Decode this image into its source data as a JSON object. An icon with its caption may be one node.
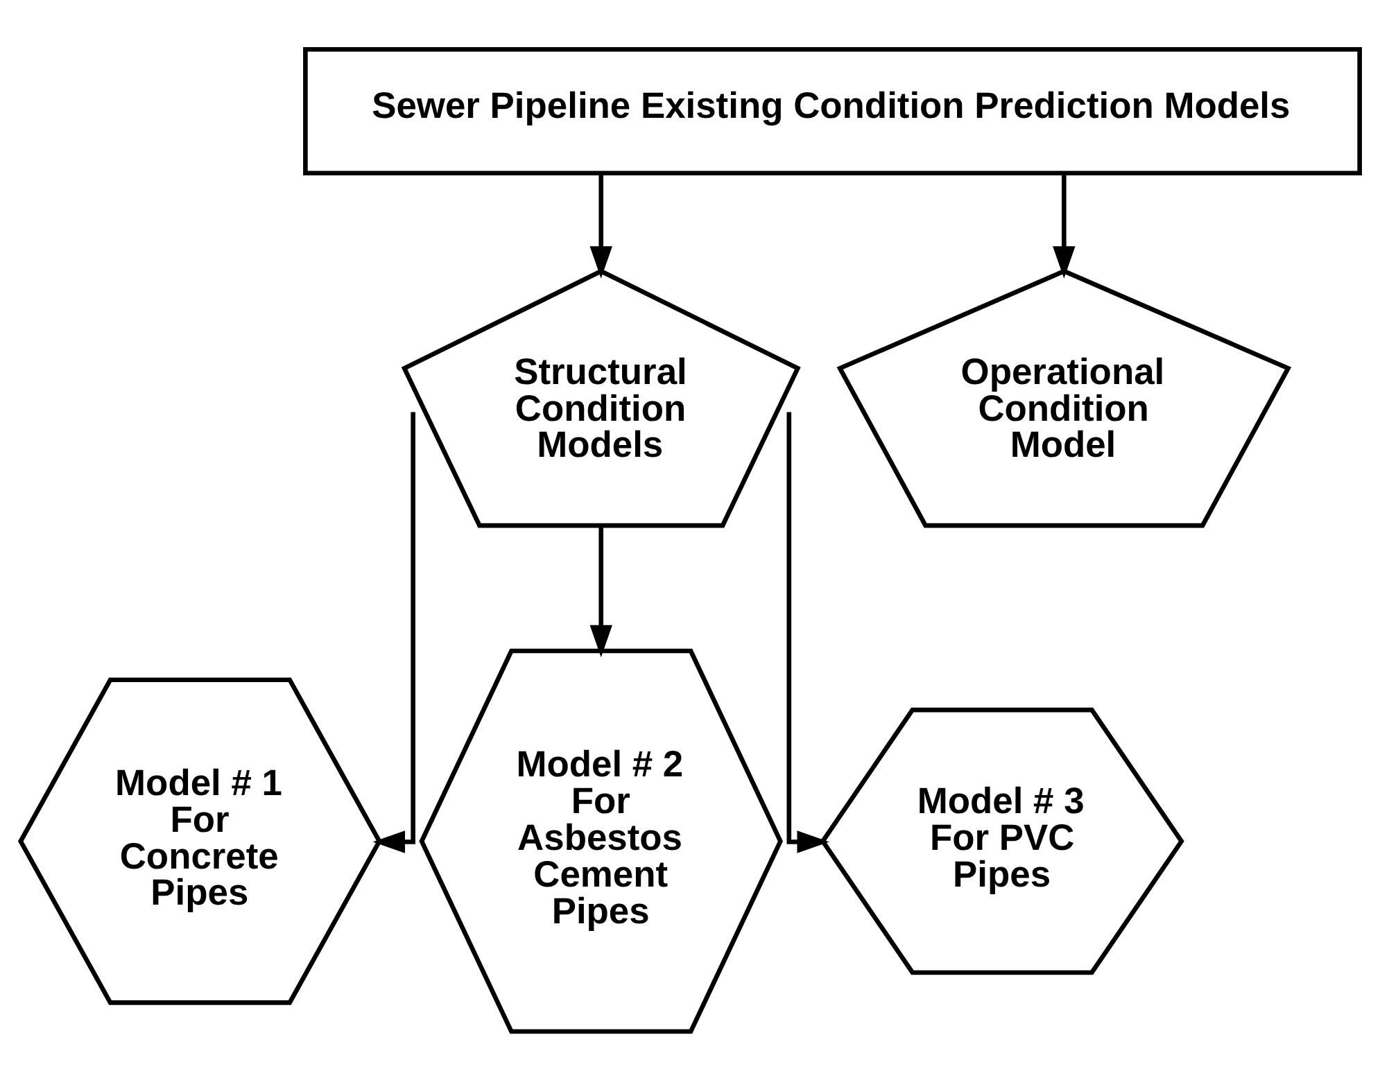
{
  "diagram": {
    "nodes": [
      {
        "text": [
          "Sewer Pipeline Existing Condition Prediction Models"
        ]
      },
      {
        "text": [
          "Structural Condition Models"
        ]
      },
      {
        "text": [
          "Operational Condition Model"
        ]
      },
      {
        "text": [
          "Model # 1 For Concrete Pipes"
        ]
      },
      {
        "text": [
          "Model # 2 For Asbestos Cement Pipes"
        ]
      },
      {
        "text": [
          "Model # 3 For PVC Pipes"
        ]
      }
    ],
    "edges": [
      {
        "from": 0,
        "to": 1,
        "arrow": "to"
      },
      {
        "from": 0,
        "to": 2,
        "arrow": "to"
      },
      {
        "from": 1,
        "to": 3,
        "arrow": "to"
      },
      {
        "from": 1,
        "to": 4,
        "arrow": "to"
      },
      {
        "from": 1,
        "to": 5,
        "arrow": "to"
      }
    ]
  }
}
